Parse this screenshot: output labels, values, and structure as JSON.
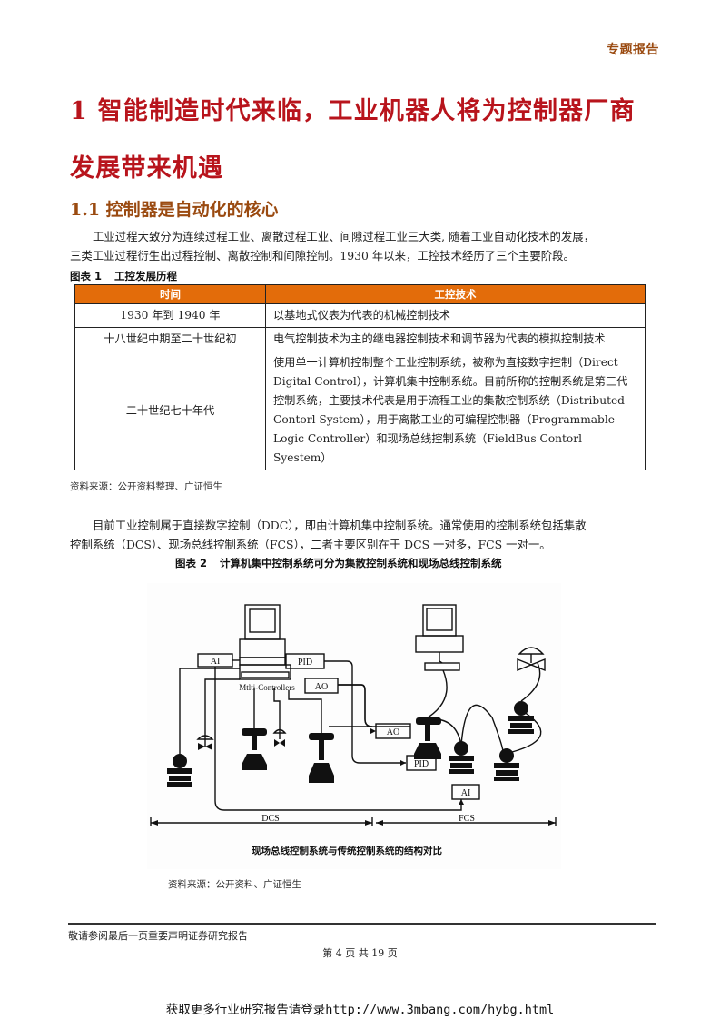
{
  "header": {
    "tag": "专题报告"
  },
  "section1": {
    "title_line1": "1 智能制造时代来临，工业机器人将为控制器厂商",
    "title_line2": "发展带来机遇"
  },
  "section1_1": {
    "title": "1.1 控制器是自动化的核心",
    "paragraph_line1": "工业过程大致分为连续过程工业、离散过程工业、间隙过程工业三大类, 随着工业自动化技术的发展，",
    "paragraph_line2": "三类工业过程衍生出过程控制、离散控制和间隙控制。1930 年以来，工控技术经历了三个主要阶段。"
  },
  "figure1": {
    "label": "图表 1",
    "title": "工控发展历程",
    "columns": [
      "时间",
      "工控技术"
    ],
    "rows": [
      {
        "time": "1930 年到 1940 年",
        "tech": "以基地式仪表为代表的机械控制技术"
      },
      {
        "time": "十八世纪中期至二十世纪初",
        "tech": "电气控制技术为主的继电器控制技术和调节器为代表的模拟控制技术"
      },
      {
        "time": "二十世纪七十年代",
        "tech": "使用单一计算机控制整个工业控制系统，被称为直接数字控制（Direct Digital Control），计算机集中控制系统。目前所称的控制系统是第三代控制系统，主要技术代表是用于流程工业的集散控制系统（Distributed Contorl System），用于离散工业的可编程控制器（Programmable Logic Controller）和现场总线控制系统（FieldBus Contorl Syestem）"
      }
    ],
    "source": "资料来源：公开资料整理、广证恒生"
  },
  "paragraph2": {
    "line1": "目前工业控制属于直接数字控制（DDC），即由计算机集中控制系统。通常使用的控制系统包括集散",
    "line2": "控制系统（DCS）、现场总线控制系统（FCS），二者主要区别在于 DCS 一对多，FCS 一对一。"
  },
  "figure2": {
    "label": "图表 2",
    "title": "计算机集中控制系统可分为集散控制系统和现场总线控制系统",
    "diagram": {
      "boxes": {
        "ai_top": "AI",
        "pid_top": "PID",
        "ao_top": "AO",
        "ao_right": "AO",
        "pid_right": "PID",
        "ai_bottom": "AI"
      },
      "controller_label": "Mtlti-Controllers",
      "range_left": "DCS",
      "range_right": "FCS",
      "caption": "现场总线控制系统与传统控制系统的结构对比"
    },
    "source": "资料来源：公开资料、广证恒生"
  },
  "footer": {
    "disclaimer": "敬请参阅最后一页重要声明证券研究报告",
    "page": "第 4 页 共 19 页"
  },
  "watermark": "获取更多行业研究报告请登录http://www.3mbang.com/hybg.html",
  "colors": {
    "title_red": "#b8141c",
    "subtitle_brown": "#9a4a10",
    "table_header_orange": "#e36c0a"
  }
}
